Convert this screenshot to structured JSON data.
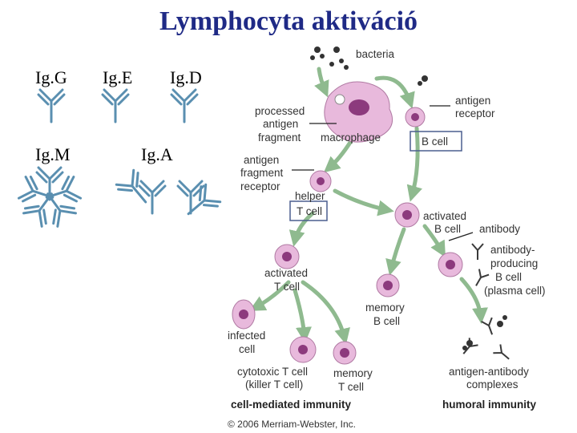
{
  "title": "Lymphocyta aktiváció",
  "immunoglobulins": {
    "igg": "Ig.G",
    "ige": "Ig.E",
    "igd": "Ig.D",
    "igm": "Ig.M",
    "iga": "Ig.A"
  },
  "diagram": {
    "bacteria": "bacteria",
    "antigen_receptor_1": "antigen",
    "antigen_receptor_2": "receptor",
    "processed_1": "processed",
    "processed_2": "antigen",
    "processed_3": "fragment",
    "macrophage": "macrophage",
    "b_cell": "B cell",
    "afr_1": "antigen",
    "afr_2": "fragment",
    "afr_3": "receptor",
    "helper": "helper",
    "t_cell": "T cell",
    "activated_b_1": "activated",
    "activated_b_2": "B cell",
    "antibody": "antibody",
    "abp_1": "antibody-",
    "abp_2": "producing",
    "abp_3": "B cell",
    "abp_4": "(plasma cell)",
    "activated_t_1": "activated",
    "activated_t_2": "T cell",
    "memory_b_1": "memory",
    "memory_b_2": "B cell",
    "infected_1": "infected",
    "infected_2": "cell",
    "cytotoxic_1": "cytotoxic T cell",
    "cytotoxic_2": "(killer T cell)",
    "memory_t_1": "memory",
    "memory_t_2": "T cell",
    "complex_1": "antigen-antibody",
    "complex_2": "complexes",
    "cell_mediated": "cell-mediated immunity",
    "humoral": "humoral immunity",
    "copyright": "© 2006 Merriam-Webster, Inc."
  }
}
